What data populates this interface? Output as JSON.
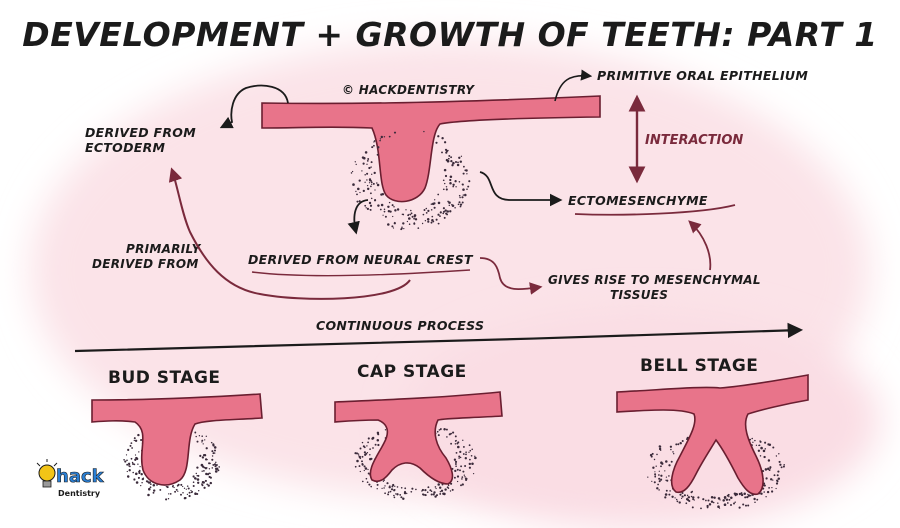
{
  "title": "DEVELOPMENT + GROWTH OF TEETH: PART 1",
  "copyright": "© HACKDENTISTRY",
  "labels": {
    "primitive_oral_epithelium": "PRIMITIVE ORAL EPITHELIUM",
    "derived_from_ectoderm_line1": "DERIVED FROM",
    "derived_from_ectoderm_line2": "ECTODERM",
    "interaction": "INTERACTION",
    "ectomesenchyme": "ECTOMESENCHYME",
    "primarily_derived_line1": "PRIMARILY",
    "primarily_derived_line2": "DERIVED FROM",
    "derived_from_neural_crest": "DERIVED FROM NEURAL CREST",
    "gives_rise_line1": "GIVES RISE TO MESENCHYMAL",
    "gives_rise_line2": "TISSUES",
    "continuous_process": "CONTINUOUS PROCESS"
  },
  "stages": [
    {
      "label": "BUD STAGE"
    },
    {
      "label": "CAP STAGE"
    },
    {
      "label": "BELL STAGE"
    }
  ],
  "logo": {
    "line1": "hack",
    "line2": "Dentistry",
    "icon": "lightbulb-icon"
  },
  "colors": {
    "background_blush": "#fbe6ea",
    "tissue_fill": "#e8748a",
    "tissue_outline": "#6a1e30",
    "arrow_maroon": "#7a2a3c",
    "ink": "#1b1b1b",
    "logo_blue": "#2a7fd4",
    "logo_yellow": "#f2c417"
  }
}
